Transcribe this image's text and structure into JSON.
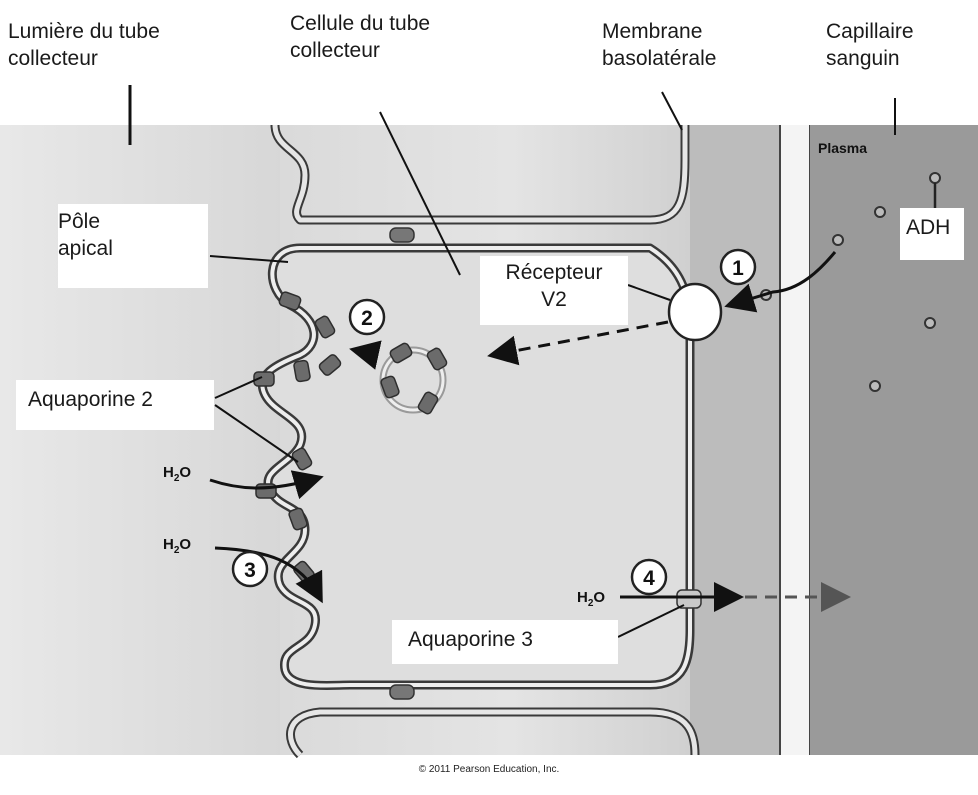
{
  "labels": {
    "lumen": "Lumière du tube collecteur",
    "lumen_line1": "Lumière du tube",
    "lumen_line2": "collecteur",
    "cell_line1": "Cellule du tube",
    "cell_line2": "collecteur",
    "membrane_line1": "Membrane",
    "membrane_line2": "basolatérale",
    "capillary_line1": "Capillaire",
    "capillary_line2": "sanguin",
    "plasma": "Plasma",
    "adh": "ADH",
    "apical_line1": "Pôle",
    "apical_line2": "apical",
    "receptor_line1": "Récepteur",
    "receptor_line2": "V2",
    "aquaporin2": "Aquaporine 2",
    "aquaporin3": "Aquaporine 3",
    "water_subscript_prefix": "H",
    "water_subscript": "2",
    "water_suffix": "O"
  },
  "steps": [
    "1",
    "2",
    "3",
    "4"
  ],
  "copyright": "© 2011 Pearson Education, Inc.",
  "colors": {
    "lumen_bg": "#dcdcdc",
    "cell_bg": "#d2d2d2",
    "interstitial_bg": "#bdbdbd",
    "capillary_bg": "#9a9a9a",
    "membrane": "#444444",
    "protein": "#666666"
  }
}
